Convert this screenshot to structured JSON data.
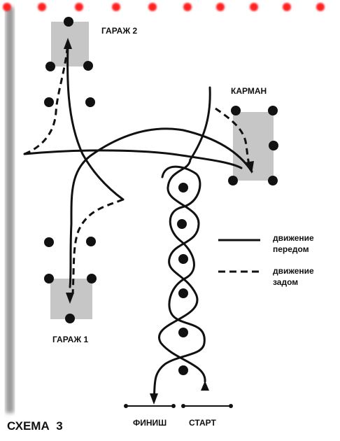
{
  "labels": {
    "garage2": "ГАРАЖ 2",
    "garage1": "ГАРАЖ 1",
    "pocket": "КАРМАН",
    "finish": "ФИНИШ",
    "start": "СТАРТ",
    "title": "СХЕМА  3"
  },
  "legend": {
    "forward_line1": "движение",
    "forward_line2": "передом",
    "reverse_line1": "движение",
    "reverse_line2": "задом"
  },
  "colors": {
    "boundary_posts": "#ff2020",
    "zone_fill": "#c6c6c6",
    "ink": "#111111"
  }
}
